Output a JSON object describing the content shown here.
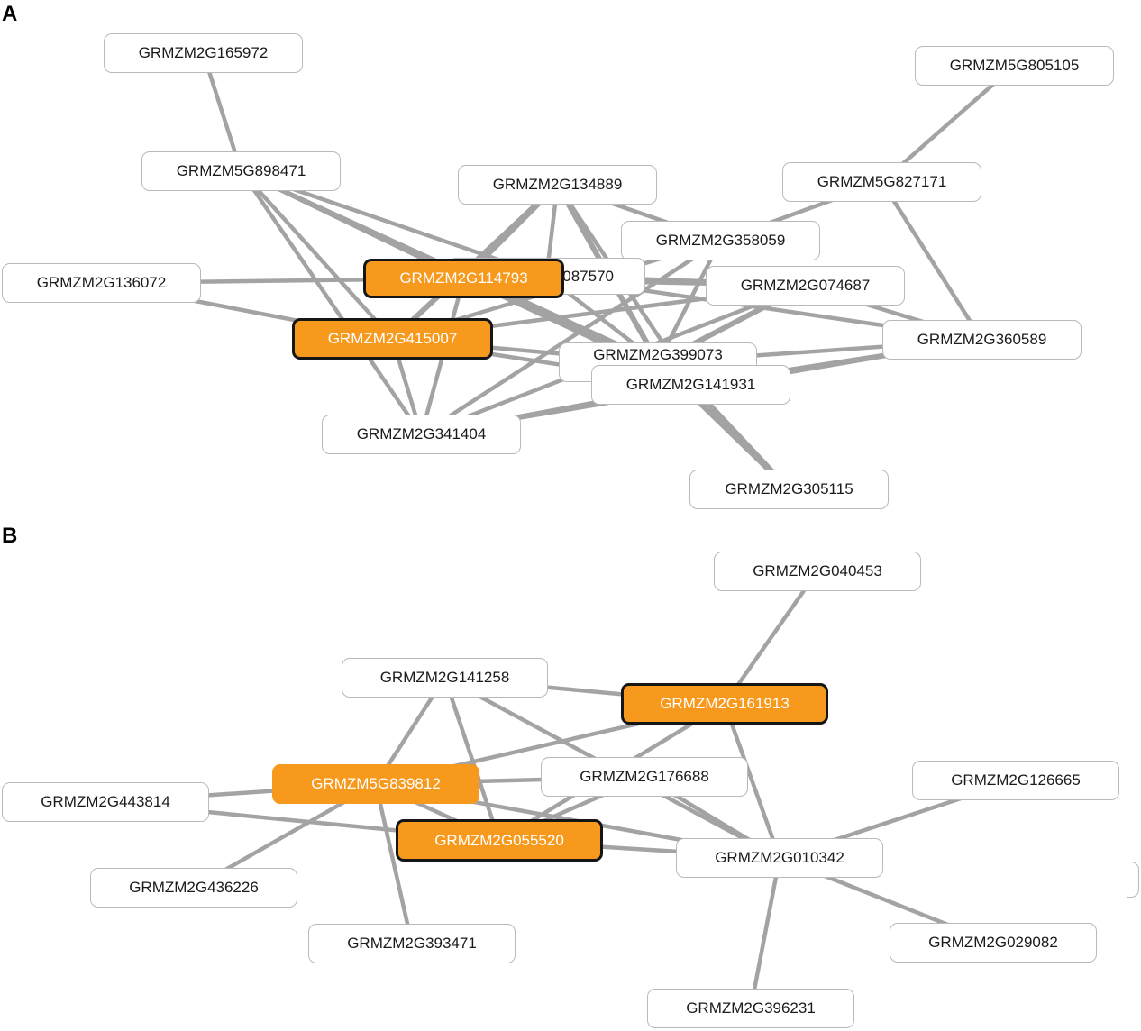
{
  "panels": [
    {
      "label": "A",
      "nodes": [
        {
          "id": "a1",
          "label": "GRMZM2G165972",
          "style": "plain"
        },
        {
          "id": "a2",
          "label": "GRMZM5G805105",
          "style": "plain"
        },
        {
          "id": "a3",
          "label": "GRMZM5G898471",
          "style": "plain"
        },
        {
          "id": "a4",
          "label": "GRMZM2G134889",
          "style": "plain"
        },
        {
          "id": "a5",
          "label": "GRMZM5G827171",
          "style": "plain"
        },
        {
          "id": "a6",
          "label": "GRMZM2G358059",
          "style": "plain"
        },
        {
          "id": "a7",
          "label": "GRMZM2G136072",
          "style": "plain"
        },
        {
          "id": "a8",
          "label": "087570",
          "style": "plain"
        },
        {
          "id": "a9",
          "label": "GRMZM2G114793",
          "style": "highlight"
        },
        {
          "id": "a10",
          "label": "GRMZM2G074687",
          "style": "plain"
        },
        {
          "id": "a11",
          "label": "GRMZM2G415007",
          "style": "highlight"
        },
        {
          "id": "a12",
          "label": "GRMZM2G360589",
          "style": "plain"
        },
        {
          "id": "a13",
          "label": "GRMZM2G399073",
          "style": "plain"
        },
        {
          "id": "a14",
          "label": "GRMZM2G141931",
          "style": "plain"
        },
        {
          "id": "a15",
          "label": "GRMZM2G341404",
          "style": "plain"
        },
        {
          "id": "a16",
          "label": "GRMZM2G305115",
          "style": "plain"
        }
      ],
      "edges": [
        [
          "a1",
          "a3"
        ],
        [
          "a2",
          "a5"
        ],
        [
          "a3",
          "a9"
        ],
        [
          "a3",
          "a8"
        ],
        [
          "a3",
          "a13"
        ],
        [
          "a3",
          "a11"
        ],
        [
          "a3",
          "a15"
        ],
        [
          "a4",
          "a9"
        ],
        [
          "a4",
          "a11"
        ],
        [
          "a4",
          "a13"
        ],
        [
          "a4",
          "a8"
        ],
        [
          "a4",
          "a6"
        ],
        [
          "a4",
          "a14"
        ],
        [
          "a5",
          "a6"
        ],
        [
          "a5",
          "a12"
        ],
        [
          "a6",
          "a13"
        ],
        [
          "a6",
          "a11"
        ],
        [
          "a6",
          "a15"
        ],
        [
          "a7",
          "a9"
        ],
        [
          "a7",
          "a11"
        ],
        [
          "a8",
          "a10"
        ],
        [
          "a8",
          "a13"
        ],
        [
          "a8",
          "a12"
        ],
        [
          "a9",
          "a10"
        ],
        [
          "a9",
          "a13"
        ],
        [
          "a9",
          "a15"
        ],
        [
          "a9",
          "a14"
        ],
        [
          "a10",
          "a12"
        ],
        [
          "a10",
          "a11"
        ],
        [
          "a10",
          "a13"
        ],
        [
          "a10",
          "a15"
        ],
        [
          "a11",
          "a13"
        ],
        [
          "a11",
          "a15"
        ],
        [
          "a11",
          "a14"
        ],
        [
          "a12",
          "a13"
        ],
        [
          "a12",
          "a14"
        ],
        [
          "a12",
          "a15"
        ],
        [
          "a13",
          "a16"
        ],
        [
          "a14",
          "a16"
        ],
        [
          "a14",
          "a15"
        ]
      ]
    },
    {
      "label": "B",
      "nodes": [
        {
          "id": "b1",
          "label": "GRMZM2G040453",
          "style": "plain"
        },
        {
          "id": "b2",
          "label": "GRMZM2G141258",
          "style": "plain"
        },
        {
          "id": "b3",
          "label": "GRMZM2G161913",
          "style": "highlight"
        },
        {
          "id": "b4",
          "label": "GRMZM5G839812",
          "style": "highlight-plain"
        },
        {
          "id": "b5",
          "label": "GRMZM2G176688",
          "style": "plain"
        },
        {
          "id": "b6",
          "label": "GRMZM2G126665",
          "style": "plain"
        },
        {
          "id": "b7",
          "label": "GRMZM2G443814",
          "style": "plain"
        },
        {
          "id": "b8",
          "label": "GRMZM2G055520",
          "style": "highlight"
        },
        {
          "id": "b9",
          "label": "GRMZM2G010342",
          "style": "plain"
        },
        {
          "id": "b10",
          "label": "GRMZM2G436226",
          "style": "plain"
        },
        {
          "id": "b11",
          "label": "GRMZM2G393471",
          "style": "plain"
        },
        {
          "id": "b12",
          "label": "GRMZM2G029082",
          "style": "plain"
        },
        {
          "id": "b13",
          "label": "GRMZM2G396231",
          "style": "plain"
        },
        {
          "id": "b14",
          "label": "",
          "style": "stub"
        }
      ],
      "edges": [
        [
          "b1",
          "b3"
        ],
        [
          "b2",
          "b3"
        ],
        [
          "b2",
          "b4"
        ],
        [
          "b2",
          "b8"
        ],
        [
          "b2",
          "b9"
        ],
        [
          "b3",
          "b4"
        ],
        [
          "b3",
          "b8"
        ],
        [
          "b3",
          "b9"
        ],
        [
          "b4",
          "b5"
        ],
        [
          "b4",
          "b7"
        ],
        [
          "b4",
          "b8"
        ],
        [
          "b4",
          "b9"
        ],
        [
          "b4",
          "b10"
        ],
        [
          "b4",
          "b11"
        ],
        [
          "b5",
          "b8"
        ],
        [
          "b5",
          "b9"
        ],
        [
          "b6",
          "b9"
        ],
        [
          "b7",
          "b8"
        ],
        [
          "b8",
          "b9"
        ],
        [
          "b9",
          "b12"
        ],
        [
          "b9",
          "b13"
        ]
      ]
    }
  ]
}
